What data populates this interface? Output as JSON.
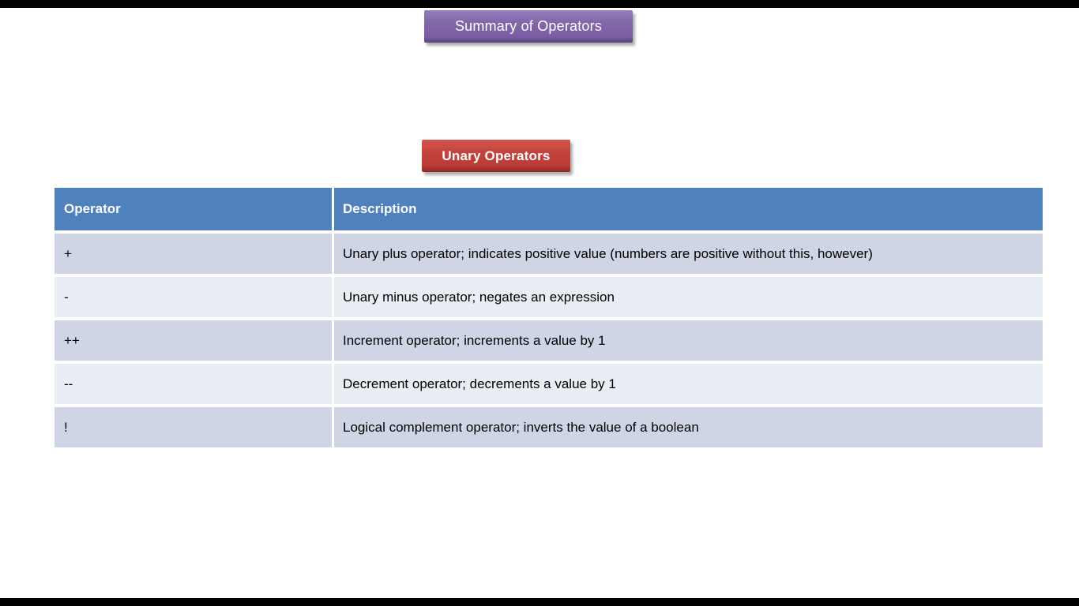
{
  "slide": {
    "title_banner": {
      "label": "Summary of Operators"
    },
    "section_banner": {
      "label": "Unary Operators"
    },
    "table": {
      "headers": {
        "operator": "Operator",
        "description": "Description"
      },
      "rows": [
        {
          "operator": "+",
          "description": "Unary plus operator; indicates positive value (numbers are positive without this, however)"
        },
        {
          "operator": "-",
          "description": "Unary minus operator; negates an expression"
        },
        {
          "operator": "++",
          "description": "Increment operator; increments a value by 1"
        },
        {
          "operator": "--",
          "description": "Decrement operator; decrements a value by 1"
        },
        {
          "operator": "!",
          "description": "Logical complement operator; inverts the value of a boolean"
        }
      ]
    },
    "colors": {
      "title_banner_bg": "#8064A2",
      "section_banner_bg": "#C0504D",
      "table_header_bg": "#4E81BD",
      "row_band_dark": "#CFD5E4",
      "row_band_light": "#E9EDF4",
      "letterbox": "#000000",
      "slide_bg": "#FFFFFF"
    }
  }
}
